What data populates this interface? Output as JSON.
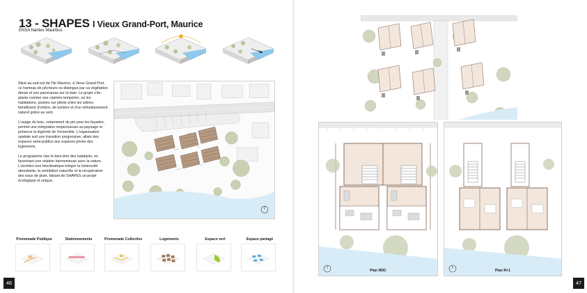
{
  "left_page": {
    "title_number": "13 - SHAPES",
    "title_location": "I Vieux Grand-Port, Maurice",
    "subtitle": "ENSA Nantes Mauritius",
    "paragraphs": [
      "Situé au sud-est de l'île Maurice, à Vieux Grand Port, ce hameau de pêcheurs se distingue par sa végétation dense et ses panoramas sur la baie. Le projet s'im-plante comme une clairière tempérée, où les habitations, posées sur pilotis entre les arbres, bénéficient d'ombre, de lumière et d'un refroidissement naturel grâce au vent.",
      "L'usage du bois, notamment du pin pour les façades, permet une intégration respectueuse au paysage et préserve la légèreté de l'ensemble. L'organisation spatiale suit une transition progressive, allant des espaces semi-publics aux espaces privés des logements.",
      "Le programme vise le bien-être des habitants, en favorisant une relation harmonieuse avec la nature. L'architec-ture bioclimatique intègre la luminosité abondante, la ventilation naturelle et la récupération des eaux de pluie, faisant de SHAPES un projet écologique et unique."
    ],
    "legend": [
      {
        "label": "Promenade Publique",
        "accent": "#e8a040"
      },
      {
        "label": "Stationnements",
        "accent": "#e07a8a"
      },
      {
        "label": "Promenade Collective",
        "accent": "#e8c040"
      },
      {
        "label": "Logements",
        "accent": "#a0785a"
      },
      {
        "label": "Espace vert",
        "accent": "#9acd32"
      },
      {
        "label": "Espace partagé",
        "accent": "#4aa8d8"
      }
    ],
    "page_number": "46"
  },
  "right_page": {
    "plan_rdc_caption": "Plan RDC",
    "plan_r1_caption": "Plan R+1",
    "page_number": "47"
  },
  "colors": {
    "water": "#d8ecf8",
    "wood": "#b59a82",
    "roof_dark": "#6e5040",
    "terrace": "#f3e6dc",
    "tree": "#c9d0b4",
    "ink": "#1a1a1a"
  }
}
